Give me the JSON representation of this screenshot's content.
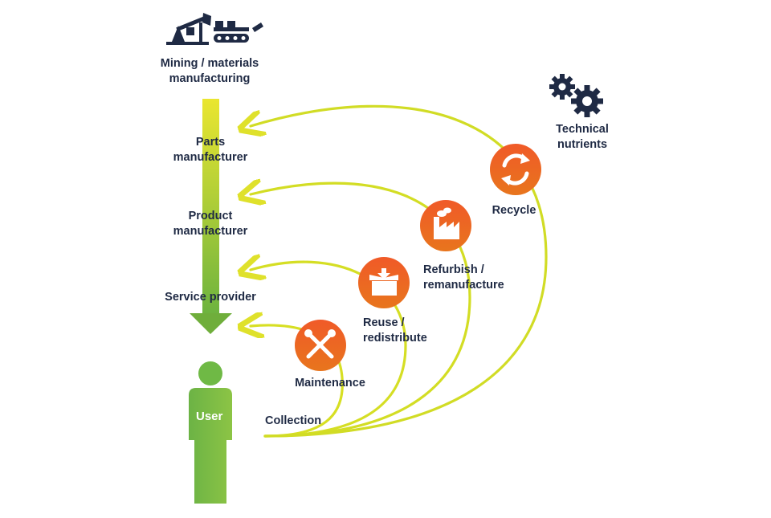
{
  "nodes": {
    "mining_line1": "Mining / materials",
    "mining_line2": "manufacturing",
    "parts_line1": "Parts",
    "parts_line2": "manufacturer",
    "product_line1": "Product",
    "product_line2": "manufacturer",
    "service": "Service provider",
    "user": "User",
    "collection": "Collection"
  },
  "loops": {
    "maintenance": "Maintenance",
    "reuse_line1": "Reuse /",
    "reuse_line2": "redistribute",
    "refurbish_line1": "Refurbish /",
    "refurbish_line2": "remanufacture",
    "recycle": "Recycle"
  },
  "legend": {
    "line1": "Technical",
    "line2": "nutrients"
  },
  "colors": {
    "curve": "#d9e021",
    "badge_top": "#f05a28",
    "badge_bottom": "#e8741c",
    "arrow_top": "#e9e62f",
    "arrow_bottom": "#6fb33f",
    "user_green": "#7dbb45",
    "text_dark": "#1f2a44"
  },
  "icons": {
    "maintenance": "wrench-screwdriver-icon",
    "reuse": "box-arrow-icon",
    "refurbish": "factory-icon",
    "recycle": "recycle-arrows-icon",
    "mining": "pump-jack-icon",
    "conveyor": "conveyor-icon",
    "gears": "gears-icon"
  }
}
